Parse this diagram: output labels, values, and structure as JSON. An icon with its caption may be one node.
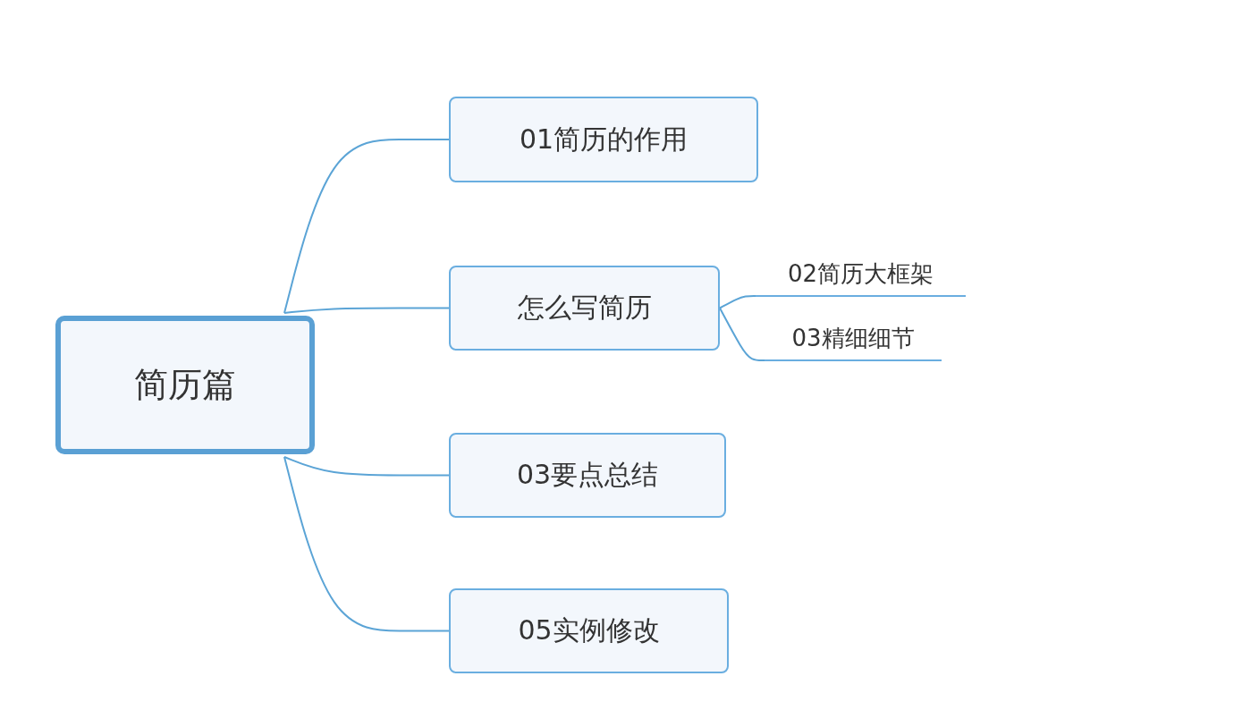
{
  "diagram": {
    "nodes": [
      {
        "text": [
          "简历篇"
        ]
      },
      {
        "text": [
          "01简历的作用"
        ]
      },
      {
        "text": [
          "怎么写简历"
        ]
      },
      {
        "text": [
          "02简历大框架"
        ]
      },
      {
        "text": [
          "03精细细节"
        ]
      },
      {
        "text": [
          "03要点总结"
        ]
      },
      {
        "text": [
          "05实例修改"
        ]
      }
    ],
    "edges": [
      {
        "from": 0,
        "to": 1,
        "arrow": "none"
      },
      {
        "from": 0,
        "to": 2,
        "arrow": "none"
      },
      {
        "from": 2,
        "to": 3,
        "arrow": "none"
      },
      {
        "from": 2,
        "to": 4,
        "arrow": "none"
      },
      {
        "from": 0,
        "to": 5,
        "arrow": "none"
      },
      {
        "from": 0,
        "to": 6,
        "arrow": "none"
      }
    ]
  }
}
